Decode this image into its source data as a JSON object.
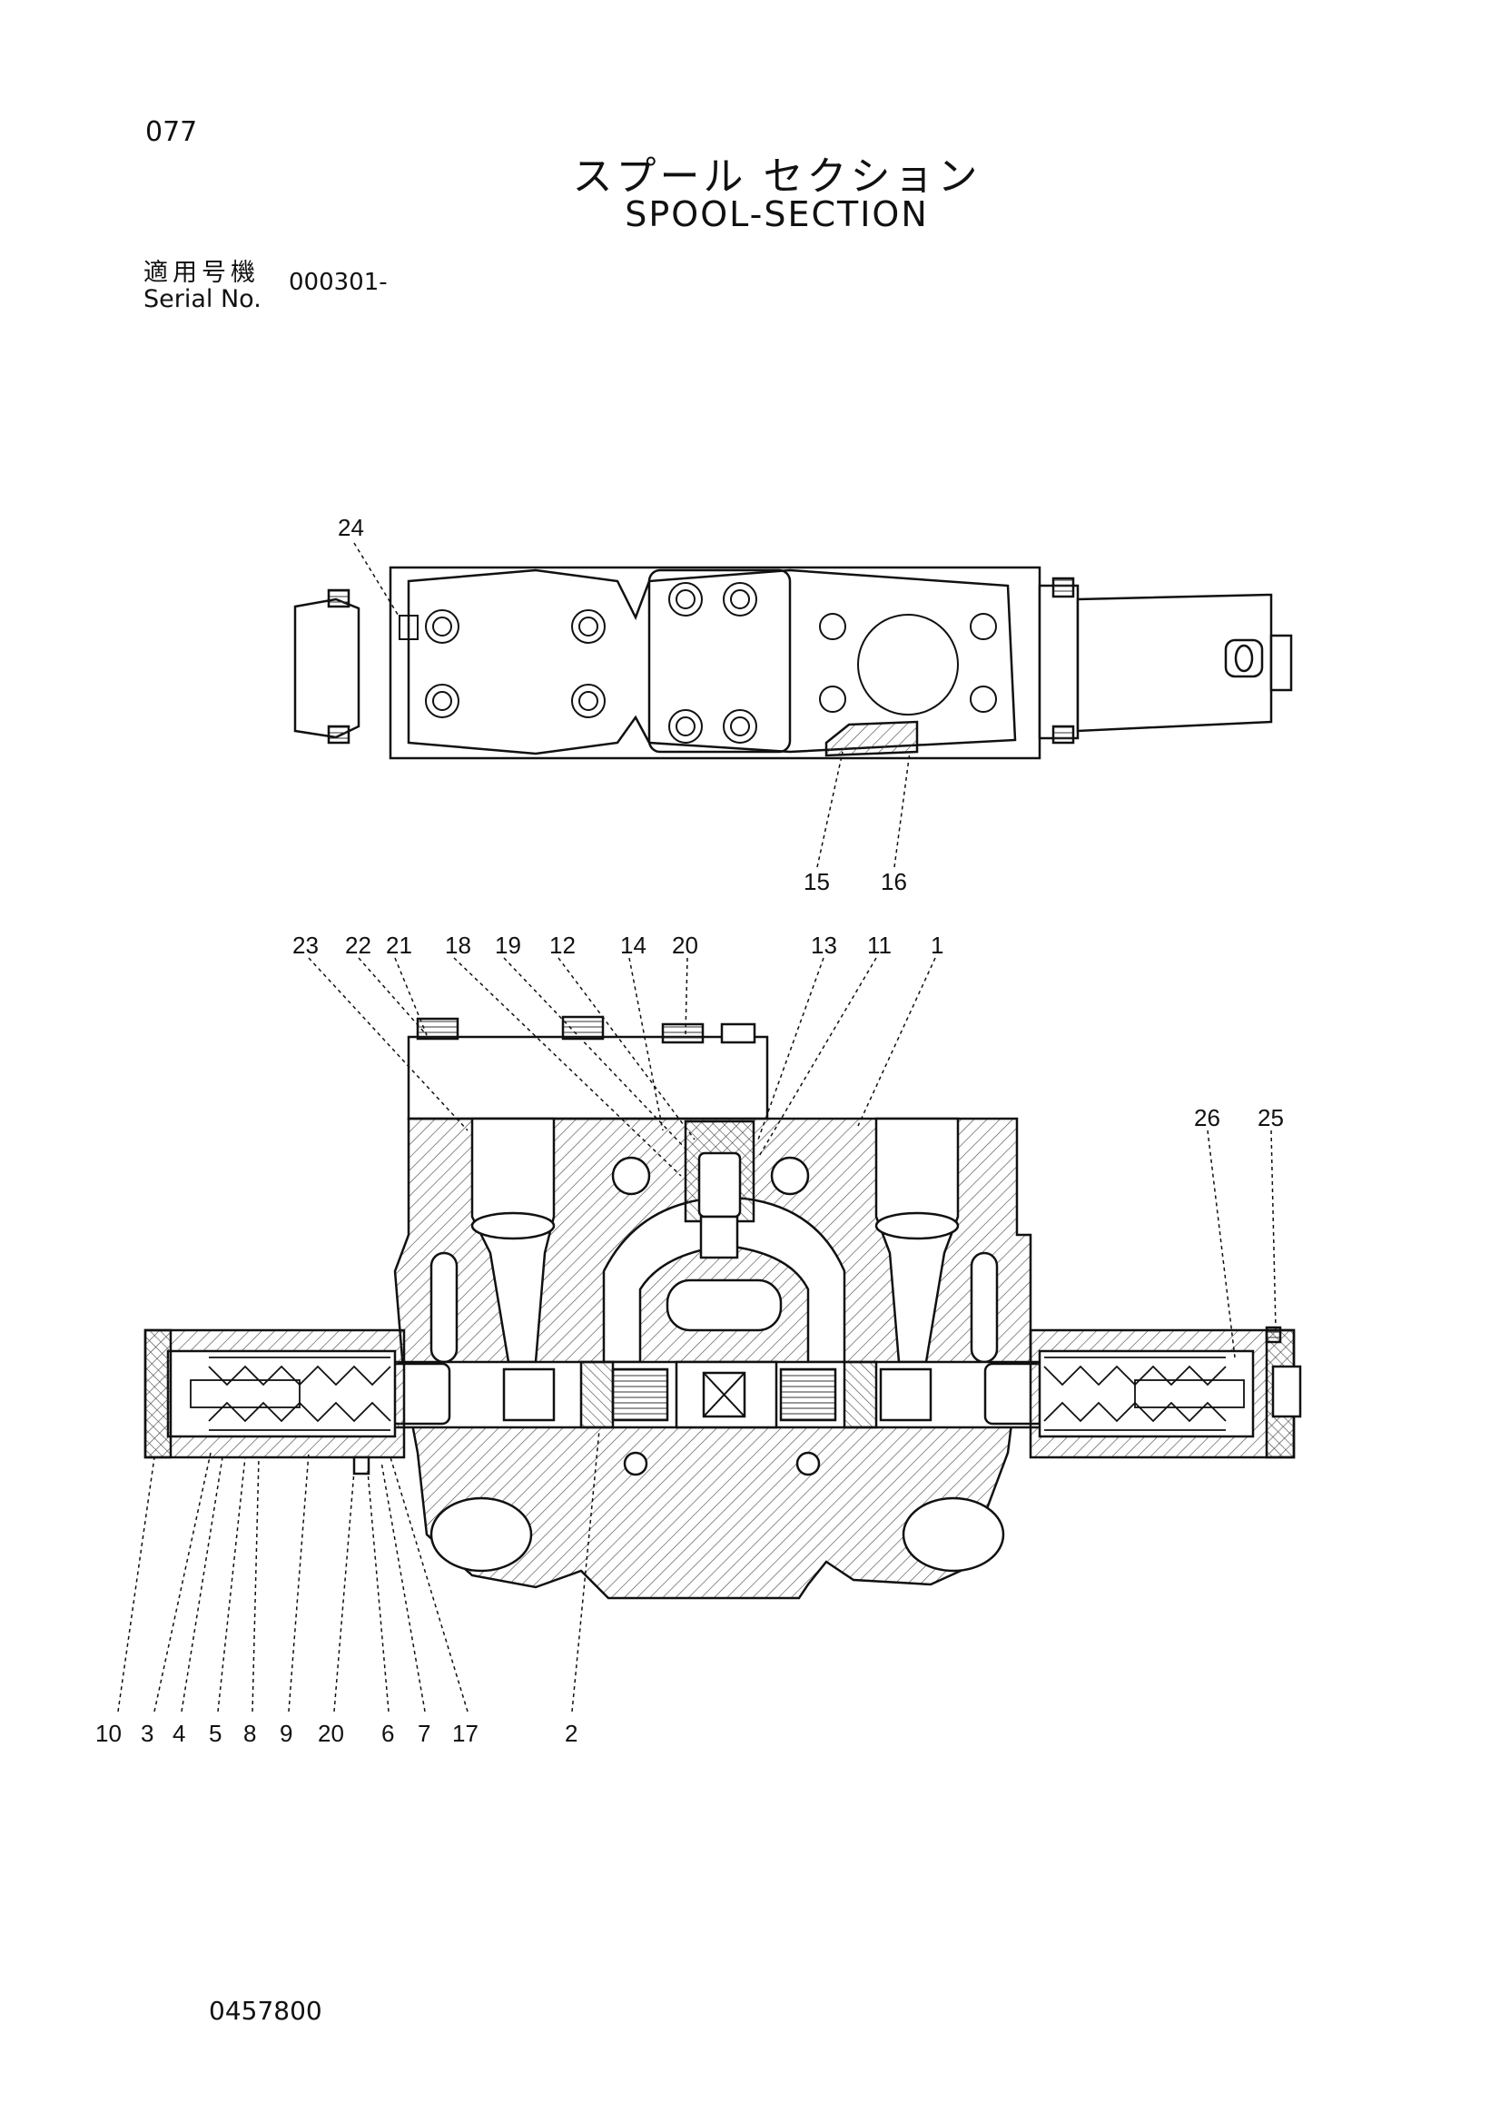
{
  "header": {
    "page_number": "077",
    "title_jp": "スプール セクション",
    "title_en": "SPOOL-SECTION",
    "serial_label_jp": "適用号機",
    "serial_label_en": "Serial No.",
    "serial_value": "000301-"
  },
  "top_view_labels": [
    "24",
    "15",
    "16"
  ],
  "section_top_labels": [
    "23",
    "22",
    "21",
    "18",
    "19",
    "12",
    "14",
    "20",
    "13",
    "11",
    "1"
  ],
  "section_right_labels": [
    "26",
    "25"
  ],
  "section_bottom_labels": [
    "10",
    "3",
    "4",
    "5",
    "8",
    "9",
    "20",
    "6",
    "7",
    "17",
    "2"
  ],
  "footer": {
    "drawing_number": "0457800"
  }
}
